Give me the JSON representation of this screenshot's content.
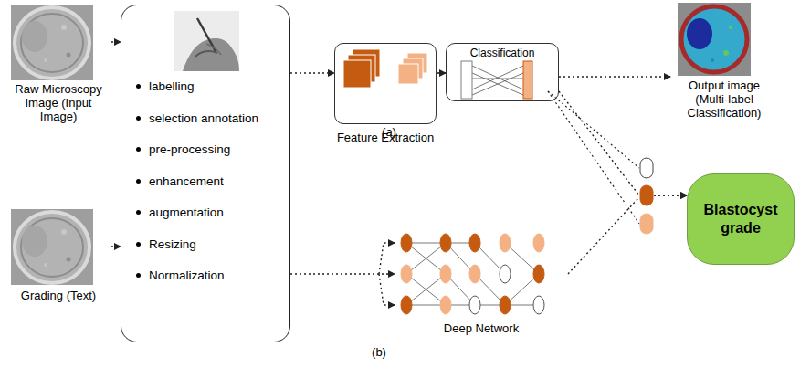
{
  "diagram": {
    "nodes": [
      {
        "text": [
          "Raw Microscopy Image (Input Image)"
        ]
      },
      {
        "text": [
          "Grading (Text)"
        ]
      },
      {
        "text": [
          "labelling",
          "selection annotation",
          "pre-processing",
          "enhancement",
          "augmentation",
          "Resizing",
          "Normalization"
        ]
      },
      {
        "text": [
          "Feature Extraction"
        ]
      },
      {
        "text": [
          "Classification"
        ]
      },
      {
        "text": [
          "Output image (Multi-label Classification)"
        ]
      },
      {
        "text": [
          "Deep Network"
        ]
      },
      {
        "text": [
          "Blastocyst grade"
        ]
      }
    ],
    "edges": [
      {
        "from": 0,
        "to": 2,
        "arrow": "to"
      },
      {
        "from": 1,
        "to": 2,
        "arrow": "to"
      },
      {
        "from": 2,
        "to": 3,
        "arrow": "to"
      },
      {
        "from": 3,
        "to": 4,
        "arrow": "to"
      },
      {
        "from": 4,
        "to": 5,
        "arrow": "to"
      },
      {
        "from": 2,
        "to": 6,
        "arrow": "to"
      },
      {
        "from": 4,
        "to": 7,
        "arrow": "to"
      },
      {
        "from": 6,
        "to": 7,
        "arrow": "to"
      }
    ],
    "labels": [
      "(a)",
      "(b)"
    ]
  }
}
